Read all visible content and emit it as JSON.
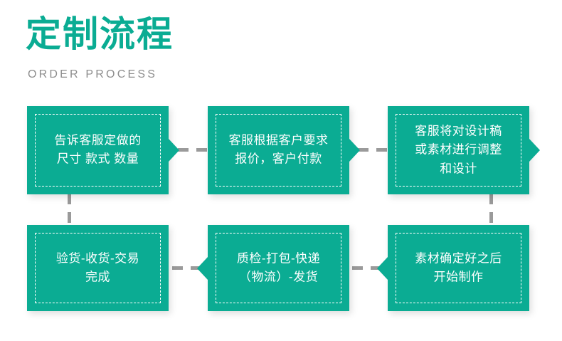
{
  "header": {
    "title": "定制流程",
    "subtitle": "ORDER PROCESS",
    "title_color": "#0AAC93",
    "subtitle_color": "#8D8D8D"
  },
  "theme": {
    "box_color": "#0BAC93",
    "connector_color": "#9A9A9A",
    "text_color": "#FFFFFF",
    "background": "#FFFFFF"
  },
  "flow": {
    "steps": [
      {
        "id": 1,
        "text": "告诉客服定做的\n尺寸 款式 数量",
        "arrow": "right"
      },
      {
        "id": 2,
        "text": "客服根据客户要求\n报价，客户付款",
        "arrow": "right"
      },
      {
        "id": 3,
        "text": "客服将对设计稿\n或素材进行调整\n和设计",
        "arrow": "right"
      },
      {
        "id": 4,
        "text": "验货-收货-交易\n完成",
        "arrow": "none"
      },
      {
        "id": 5,
        "text": "质检-打包-快递\n（物流）-发货",
        "arrow": "left"
      },
      {
        "id": 6,
        "text": "素材确定好之后\n开始制作",
        "arrow": "left"
      }
    ],
    "connectors": [
      {
        "id": "step1-to-step2",
        "orientation": "horizontal"
      },
      {
        "id": "step2-to-step3",
        "orientation": "horizontal"
      },
      {
        "id": "step3-to-step6",
        "orientation": "vertical"
      },
      {
        "id": "step6-to-step5",
        "orientation": "horizontal"
      },
      {
        "id": "step5-to-step4",
        "orientation": "horizontal"
      },
      {
        "id": "step4-to-step1",
        "orientation": "vertical"
      }
    ]
  }
}
